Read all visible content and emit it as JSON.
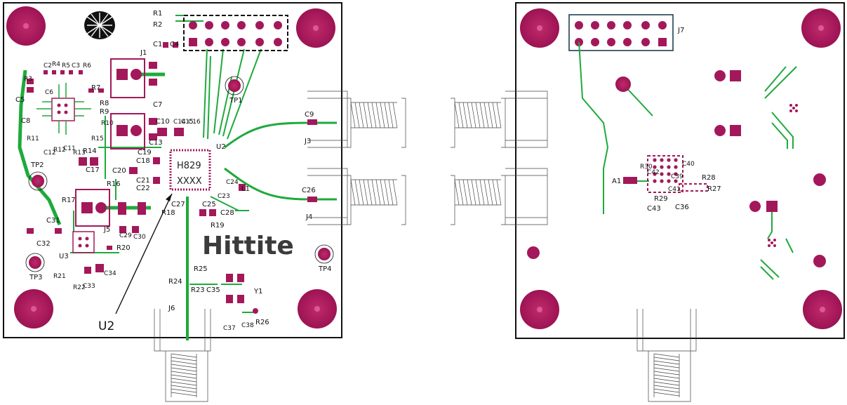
{
  "colors": {
    "board_outline": "#111111",
    "copper": "#a3185a",
    "trace": "#1eaa3c",
    "connector": "#444444"
  },
  "left_board": {
    "chip_name": "H829",
    "chip_code": "XXXX",
    "logo": "Hittite",
    "callout": "U2",
    "ref_u2": "U2",
    "labels": {
      "R1": "R1",
      "R2": "R2",
      "C1": "C1",
      "C4": "C4",
      "J1": "J1",
      "R7": "R7",
      "C7": "C7",
      "R3": "R3",
      "C2": "C2",
      "R4": "R4",
      "R5": "R5",
      "C3": "C3",
      "R6": "R6",
      "C5": "C5",
      "C6": "C6",
      "C8": "C8",
      "R8": "R8",
      "R9": "R9",
      "R10": "R10",
      "R11": "R11",
      "C12": "C12",
      "C11": "C11",
      "R12": "R12",
      "R13": "R13",
      "R14": "R14",
      "R15": "R15",
      "C17": "C17",
      "TP1": "TP1",
      "TP2": "TP2",
      "TP3": "TP3",
      "TP4": "TP4",
      "C10": "C10",
      "C14": "C14",
      "C15": "C15",
      "C16": "C16",
      "C13": "C13",
      "C19": "C19",
      "C18": "C18",
      "C20": "C20",
      "C21": "C21",
      "C22": "C22",
      "R16": "R16",
      "R17": "R17",
      "J5": "J5",
      "C29": "C29",
      "C30": "C30",
      "C31": "C31",
      "C32": "C32",
      "U3": "U3",
      "R20": "R20",
      "R21": "R21",
      "R22": "R22",
      "C33": "C33",
      "C34": "C34",
      "C9": "C9",
      "J3": "J3",
      "C26": "C26",
      "J4": "J4",
      "L1": "L1",
      "C23": "C23",
      "C24": "C24",
      "C25": "C25",
      "C27": "C27",
      "R18": "R18",
      "C28": "C28",
      "R19": "R19",
      "R25": "R25",
      "R24": "R24",
      "R23": "R23",
      "C35": "C35",
      "Y1": "Y1",
      "J6": "J6",
      "C37": "C37",
      "C38": "C38",
      "R26": "R26"
    }
  },
  "right_board": {
    "labels": {
      "J7": "J7",
      "A1": "A1",
      "R30": "R30",
      "C42": "C42",
      "C39": "C39",
      "C40": "C40",
      "R28": "R28",
      "R27": "R27",
      "C41": "C41",
      "R29": "R29",
      "C43": "C43",
      "C36": "C36"
    }
  }
}
